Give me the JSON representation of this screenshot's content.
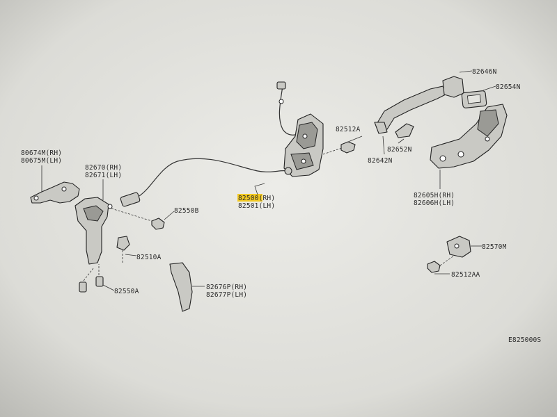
{
  "diagram": {
    "code": "E825000S",
    "highlight_color": "#f5c400",
    "labels": {
      "p80674": "80674M(RH)",
      "p80675": "80675M(LH)",
      "p82670": "82670(RH)",
      "p82671": "82671(LH)",
      "p82550b": "82550B",
      "p82510a": "82510A",
      "p82550a": "82550A",
      "p82500": "82500(RH)",
      "p82501": "82501(LH)",
      "p82512a": "82512A",
      "p82676": "82676P(RH)",
      "p82677": "82677P(LH)",
      "p82646": "82646N",
      "p82654": "82654N",
      "p82652": "82652N",
      "p82642": "82642N",
      "p82605": "82605H(RH)",
      "p82606": "82606H(LH)",
      "p82570": "82570M",
      "p82512aa": "82512AA"
    }
  }
}
